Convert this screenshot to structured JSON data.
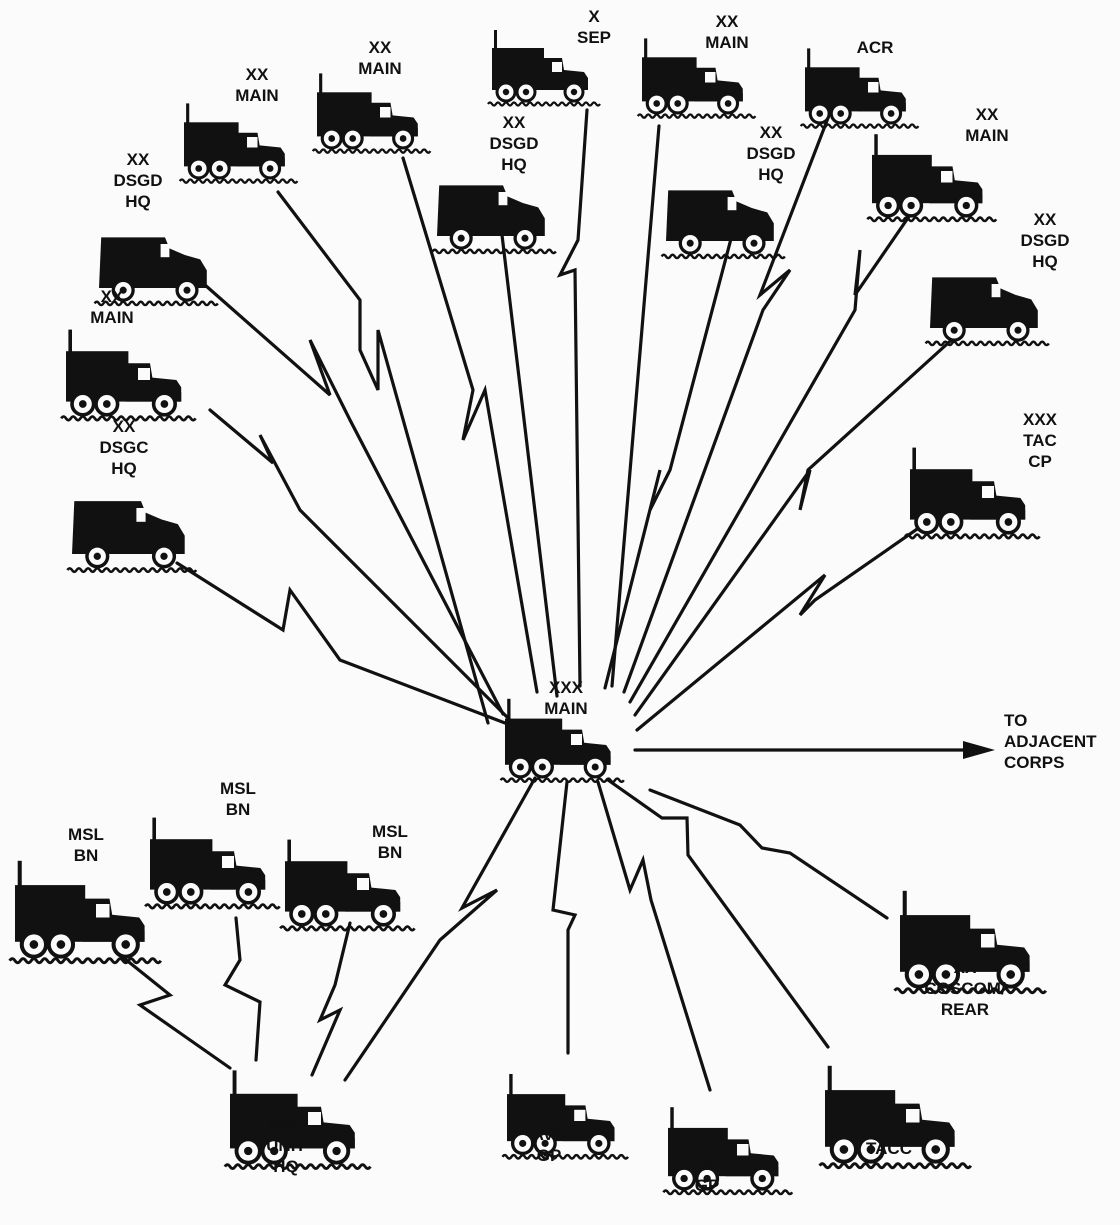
{
  "diagram": {
    "hub": {
      "lines": [
        "XXX",
        "MAIN"
      ]
    },
    "adjacent": {
      "lines": [
        "TO",
        "ADJACENT",
        "CORPS"
      ]
    },
    "nodes": [
      {
        "id": "xx-main-1",
        "lines": [
          "XX",
          "MAIN"
        ]
      },
      {
        "id": "xx-main-2",
        "lines": [
          "XX",
          "MAIN"
        ]
      },
      {
        "id": "x-sep",
        "lines": [
          "X",
          "SEP"
        ]
      },
      {
        "id": "xx-main-3",
        "lines": [
          "XX",
          "MAIN"
        ]
      },
      {
        "id": "acr",
        "lines": [
          "ACR"
        ]
      },
      {
        "id": "xx-dsgd-hq-1",
        "lines": [
          "XX",
          "DSGD",
          "HQ"
        ]
      },
      {
        "id": "xx-dsgd-hq-2",
        "lines": [
          "XX",
          "DSGD",
          "HQ"
        ]
      },
      {
        "id": "xx-dsgd-hq-3",
        "lines": [
          "XX",
          "DSGD",
          "HQ"
        ]
      },
      {
        "id": "xx-main-4",
        "lines": [
          "XX",
          "MAIN"
        ]
      },
      {
        "id": "xx-main-5",
        "lines": [
          "XX",
          "MAIN"
        ]
      },
      {
        "id": "xx-dsgd-hq-4",
        "lines": [
          "XX",
          "DSGD",
          "HQ"
        ]
      },
      {
        "id": "xx-dsgc-hq",
        "lines": [
          "XX",
          "DSGC",
          "HQ"
        ]
      },
      {
        "id": "xxx-tac-cp",
        "lines": [
          "XXX",
          "TAC",
          "CP"
        ]
      },
      {
        "id": "msl-bn-1",
        "lines": [
          "MSL",
          "BN"
        ]
      },
      {
        "id": "msl-bn-2",
        "lines": [
          "MSL",
          "BN"
        ]
      },
      {
        "id": "msl-bn-3",
        "lines": [
          "MSL",
          "BN"
        ]
      },
      {
        "id": "msl-unit-hq",
        "lines": [
          "MSL",
          "UNIT",
          "HQ"
        ]
      },
      {
        "id": "avn-gp",
        "lines": [
          "AVN",
          "GP"
        ]
      },
      {
        "id": "ada-gp",
        "lines": [
          "ADA",
          "GP"
        ]
      },
      {
        "id": "tacc",
        "lines": [
          "TACC"
        ]
      },
      {
        "id": "xx-coscom-rear",
        "lines": [
          "XX",
          "COSCOM/",
          "REAR"
        ]
      }
    ]
  }
}
